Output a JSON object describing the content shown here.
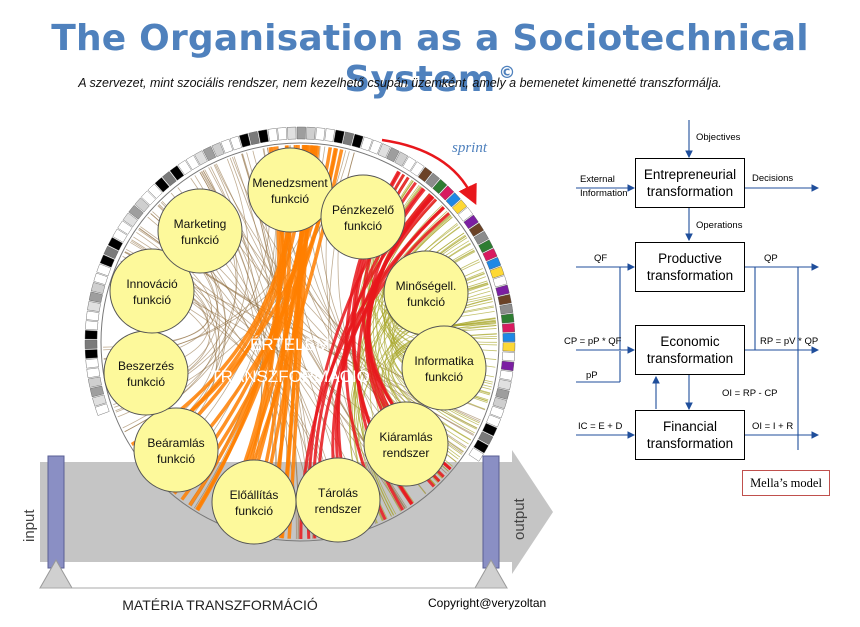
{
  "title": "The Organisation as a Sociotechnical System",
  "title_mark": "©",
  "subtitle": "A szervezet, mint szociális rendszer, nem kezelhető csupán üzemként, amely a bemenetet kimenetté transzformálja.",
  "wheel": {
    "sprint_label": "sprint",
    "center_line1": "ÉRTELEM",
    "center_line2": "TRANSZFORMÁCIÓ",
    "functions": [
      {
        "line1": "Menedzsment",
        "line2": "funkció"
      },
      {
        "line1": "Pénzkezelő",
        "line2": "funkció"
      },
      {
        "line1": "Minőségell.",
        "line2": "funkció"
      },
      {
        "line1": "Informatika",
        "line2": "funkció"
      },
      {
        "line1": "Kiáramlás",
        "line2": "rendszer"
      },
      {
        "line1": "Tárolás",
        "line2": "rendszer"
      },
      {
        "line1": "Előállítás",
        "line2": "funkció"
      },
      {
        "line1": "Beáramlás",
        "line2": "funkció"
      },
      {
        "line1": "Beszerzés",
        "line2": "funkció"
      },
      {
        "line1": "Innováció",
        "line2": "funkció"
      },
      {
        "line1": "Marketing",
        "line2": "funkció"
      }
    ],
    "colors": {
      "bubble": "#fdf99b",
      "orange": "#ff7f00",
      "red": "#e8171c",
      "olive": "#a8a62a",
      "brown": "#8c6a3a"
    }
  },
  "flow": {
    "input_label": "input",
    "output_label": "output",
    "bottom_label": "MATÉRIA TRANSZFORMÁCIÓ"
  },
  "copyright": "Copyright@veryzoltan",
  "mella": {
    "boxes": {
      "entrepreneurial": "Entrepreneurial\ntransformation",
      "productive": "Productive\ntransformation",
      "economic": "Economic\ntransformation",
      "financial": "Financial\ntransformation"
    },
    "labels": {
      "objectives": "Objectives",
      "external_information_1": "External",
      "external_information_2": "Information",
      "decisions": "Decisions",
      "operations": "Operations",
      "qf": "QF",
      "qp": "QP",
      "cp": "CP = pP * QF",
      "pp": "pP",
      "rp": "RP = pV * QP",
      "oi_rp_cp": "OI = RP - CP",
      "ic": "IC = E + D",
      "oi_i_r": "OI = I + R"
    },
    "caption": "Mella’s model"
  }
}
